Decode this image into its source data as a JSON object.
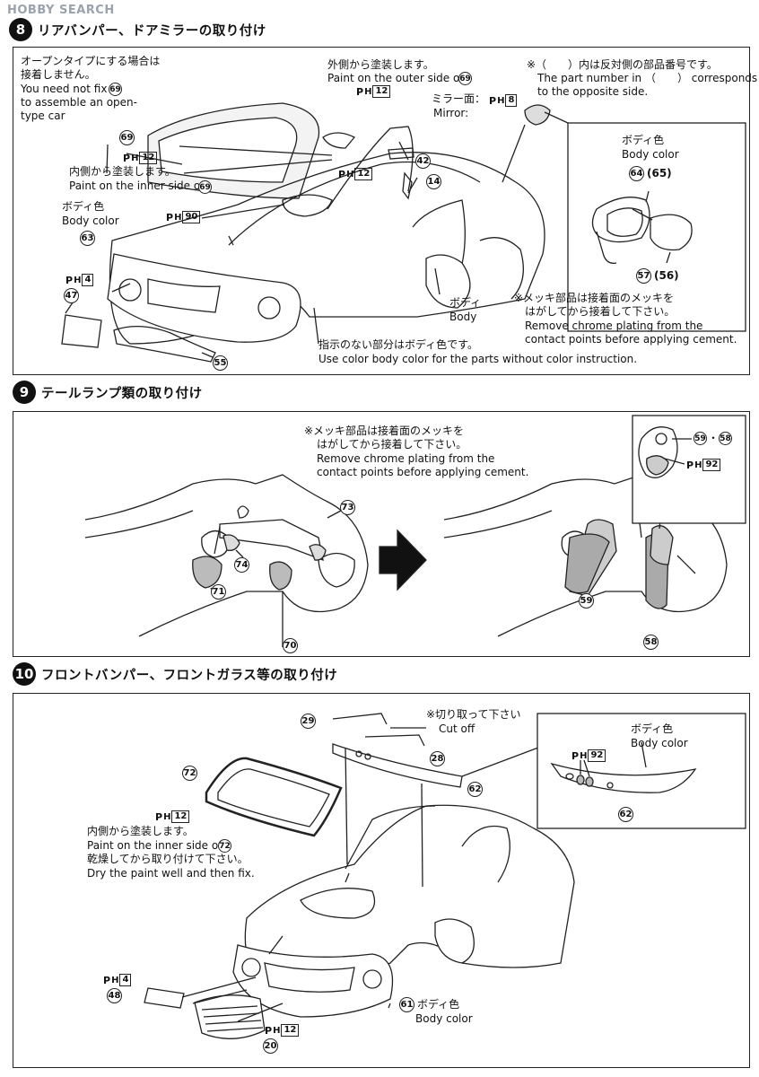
{
  "watermark": "HOBBY SEARCH",
  "step8": {
    "number": "8",
    "title": "リアバンパー、ドアミラーの取り付け",
    "open_top_note_jp1": "オープンタイプにする場合は",
    "open_top_note_jp2": "接着しません。",
    "open_top_note_en1": "You need not fix",
    "open_top_note_en2": "to assemble an open-",
    "open_top_note_en3": "type car",
    "outer_paint_jp": "外側から塗装します。",
    "outer_paint_en": "Paint on the outer side of",
    "inner_paint_jp": "内側から塗装します。",
    "inner_paint_en": "Paint on the inner side of",
    "mirror_face_jp": "ミラー面：",
    "mirror_face_en": "Mirror:",
    "body_color_jp": "ボディ色",
    "body_color_en": "Body color",
    "body_jp": "ボディ",
    "body_en": "Body",
    "default_color_jp": "指示のない部分はボディ色です。",
    "default_color_en": "Use color body color for the parts without color instruction.",
    "opposite_note_jp": "※（　　）内は反対側の部品番号です。",
    "opposite_note_en1": "The part number in （　　） corresponds",
    "opposite_note_en2": "to the opposite side.",
    "chrome_note_jp1": "※メッキ部品は接着面のメッキを",
    "chrome_note_jp2": "はがしてから接着して下さい。",
    "chrome_note_en1": "Remove chrome plating from the",
    "chrome_note_en2": "contact points before applying cement.",
    "inset_body_color_jp": "ボディ色",
    "inset_body_color_en": "Body color",
    "paints": {
      "p12a": "12",
      "p12b": "12",
      "p8": "8",
      "p90": "90",
      "p4": "4"
    },
    "parts": {
      "p69a": "69",
      "p69b": "69",
      "p69c": "69",
      "p69d": "69",
      "p42": "42",
      "p14": "14",
      "p63": "63",
      "p47": "47",
      "p55": "55",
      "p64": "64",
      "p65": "(65)",
      "p57": "57",
      "p56": "(56)"
    }
  },
  "step9": {
    "number": "9",
    "title": "テールランプ類の取り付け",
    "chrome_note_jp1": "※メッキ部品は接着面のメッキを",
    "chrome_note_jp2": "はがしてから接着して下さい。",
    "chrome_note_en1": "Remove chrome plating from the",
    "chrome_note_en2": "contact points before applying cement.",
    "paints": {
      "p92": "92"
    },
    "parts": {
      "p73": "73",
      "p74": "74",
      "p71": "71",
      "p70": "70",
      "p59a": "59",
      "p58a": "58",
      "p59b": "59",
      "p58b": "58"
    }
  },
  "step10": {
    "number": "10",
    "title": "フロントバンパー、フロントガラス等の取り付け",
    "cut_off_jp": "※切り取って下さい",
    "cut_off_en": "Cut off",
    "inner_paint_jp": "内側から塗装します。",
    "inner_paint_en": "Paint on the inner side of",
    "dry_jp": "乾燥してから取り付けて下さい。",
    "dry_en": "Dry the paint well and then fix.",
    "body_color_jp": "ボディ色",
    "body_color_en": "Body color",
    "inset_body_color_jp": "ボディ色",
    "inset_body_color_en": "Body color",
    "paints": {
      "p12a": "12",
      "p92": "92",
      "p4": "4",
      "p12b": "12"
    },
    "parts": {
      "p29": "29",
      "p28": "28",
      "p62a": "62",
      "p62b": "62",
      "p72a": "72",
      "p72b": "72",
      "p48": "48",
      "p61": "61",
      "p20": "20"
    }
  }
}
